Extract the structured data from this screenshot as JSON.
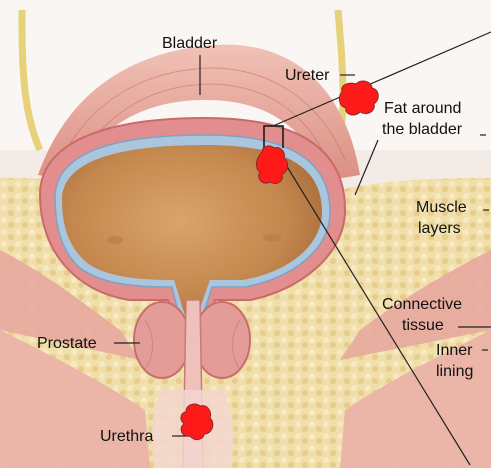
{
  "labels": {
    "bladder": "Bladder",
    "ureter": "Ureter",
    "fat_line1": "Fat around",
    "fat_line2": "the bladder",
    "muscle_line1": "Muscle",
    "muscle_line2": "layers",
    "connective_line1": "Connective",
    "connective_line2": "tissue",
    "inner_line1": "Inner",
    "inner_line2": "lining",
    "prostate": "Prostate",
    "urethra": "Urethra"
  },
  "colors": {
    "tumor": "#ff1a1a",
    "bladder_lumen": "#c98a4f",
    "bladder_wall": "#e08b8b",
    "inner_lining": "#a9c4dc",
    "fat": "#efdca6",
    "muscle": "#e6a49c",
    "ureter": "#e9d37a"
  }
}
